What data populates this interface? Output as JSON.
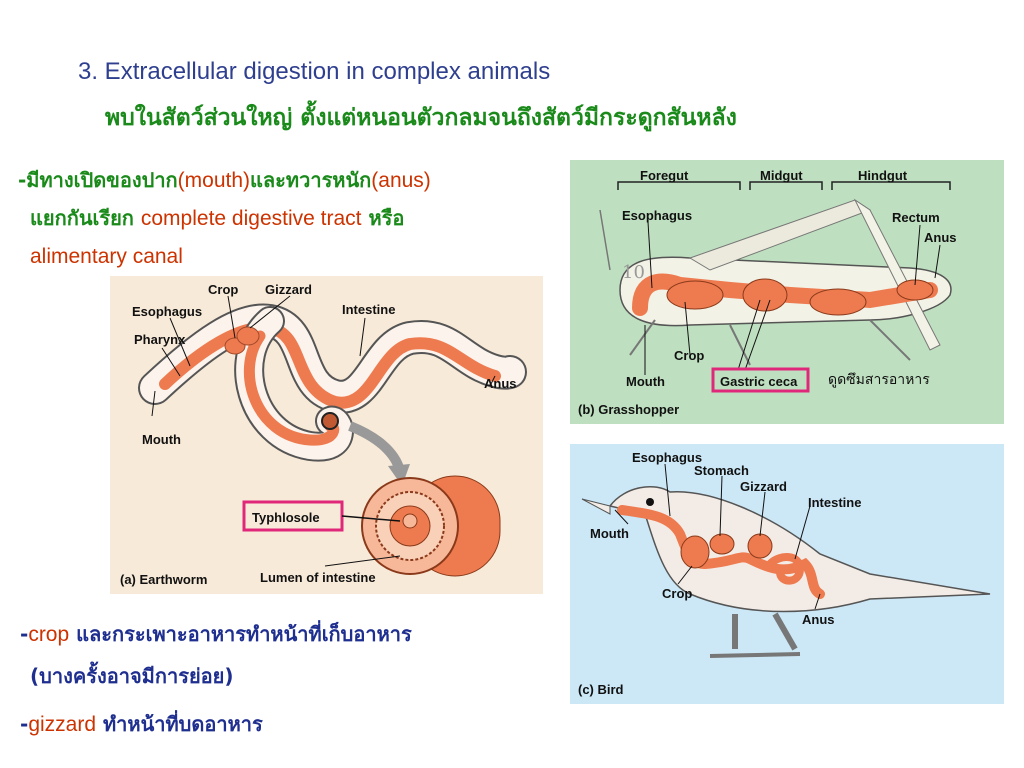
{
  "heading": {
    "title": "3. Extracellular digestion in complex animals",
    "subtitle": "พบในสัตว์ส่วนใหญ่  ตั้งแต่หนอนตัวกลมจนถึงสัตว์มีกระดูกสันหลัง"
  },
  "intro": {
    "line1_a": "-มีทางเปิดของปาก",
    "line1_b": "(mouth)",
    "line1_c": "และทวารหนัก",
    "line1_d": "(anus)",
    "line2_a": "แยกกันเรียก ",
    "line2_b": "complete digestive tract",
    "line2_c": " หรือ",
    "line3": "alimentary canal"
  },
  "notes": {
    "crop_a": "-",
    "crop_b": "crop",
    "crop_c": " และกระเพาะอาหารทำหน้าที่เก็บอาหาร",
    "crop_d": "(บางครั้งอาจมีการย่อย)",
    "gizzard_a": "-",
    "gizzard_b": "gizzard",
    "gizzard_c": " ทำหน้าที่บดอาหาร"
  },
  "earthworm": {
    "crop": "Crop",
    "gizzard": "Gizzard",
    "esophagus": "Esophagus",
    "pharynx": "Pharynx",
    "intestine": "Intestine",
    "anus": "Anus",
    "mouth": "Mouth",
    "typhlosole": "Typhlosole",
    "lumen": "Lumen of intestine",
    "caption": "(a) Earthworm"
  },
  "grasshopper": {
    "foregut": "Foregut",
    "midgut": "Midgut",
    "hindgut": "Hindgut",
    "esophagus": "Esophagus",
    "rectum": "Rectum",
    "anus": "Anus",
    "crop": "Crop",
    "mouth": "Mouth",
    "gastric_ceca": "Gastric ceca",
    "absorb_note": "ดูดซึมสารอาหาร",
    "caption": "(b) Grasshopper",
    "mark": "10"
  },
  "bird": {
    "esophagus": "Esophagus",
    "stomach": "Stomach",
    "gizzard": "Gizzard",
    "intestine": "Intestine",
    "mouth": "Mouth",
    "crop": "Crop",
    "anus": "Anus",
    "caption": "(c) Bird"
  },
  "colors": {
    "gut": "#ee7a4f",
    "earthworm_bg": "#f8ead8",
    "grasshopper_bg": "#bfe0c0",
    "bird_bg": "#cce8f7",
    "highlight": "#e0287a"
  }
}
